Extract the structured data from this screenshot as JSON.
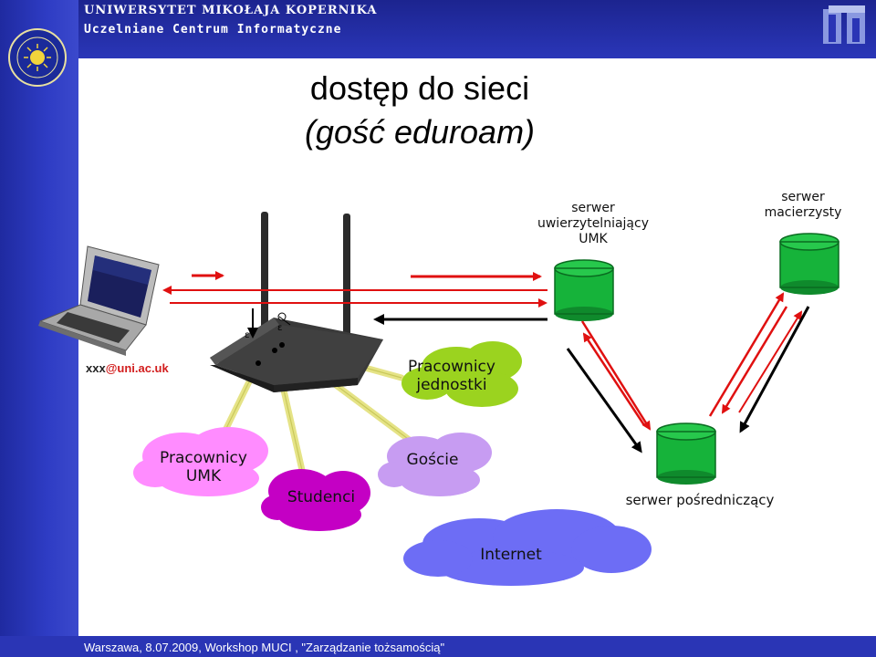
{
  "header": {
    "university": "UNIWERSYTET MIKOŁAJA KOPERNIKA",
    "center": "Uczelniane Centrum Informatyczne"
  },
  "slide": {
    "title_line1": "dostęp do sieci",
    "title_line2": "(gość eduroam)"
  },
  "diagram": {
    "auth_server": "serwer\nuwierzytelniający\nUMK",
    "home_server": "serwer\nmacierzysty",
    "proxy_server": "serwer pośredniczący",
    "email_user": "xxx",
    "email_domain": "@uni.ac.uk",
    "cloud_unit_staff": "Pracownicy\njednostki",
    "cloud_umk_staff": "Pracownicy\nUMK",
    "cloud_students": "Studenci",
    "cloud_guests": "Goście",
    "cloud_internet": "Internet"
  },
  "colors": {
    "frame_blue": "#2a35b5",
    "arrow_red": "#e01010",
    "server_green": "#16b33a",
    "cloud_green": "#9bd31f",
    "cloud_pink": "#ff8cff",
    "cloud_purple": "#c400c4",
    "cloud_lilac": "#c79cf2",
    "cloud_internet": "#6d6df5",
    "cable_yellow": "#f0ef8e"
  },
  "footer": {
    "text": "Warszawa, 8.07.2009, Workshop MUCI , \"Zarządzanie tożsamością\""
  }
}
